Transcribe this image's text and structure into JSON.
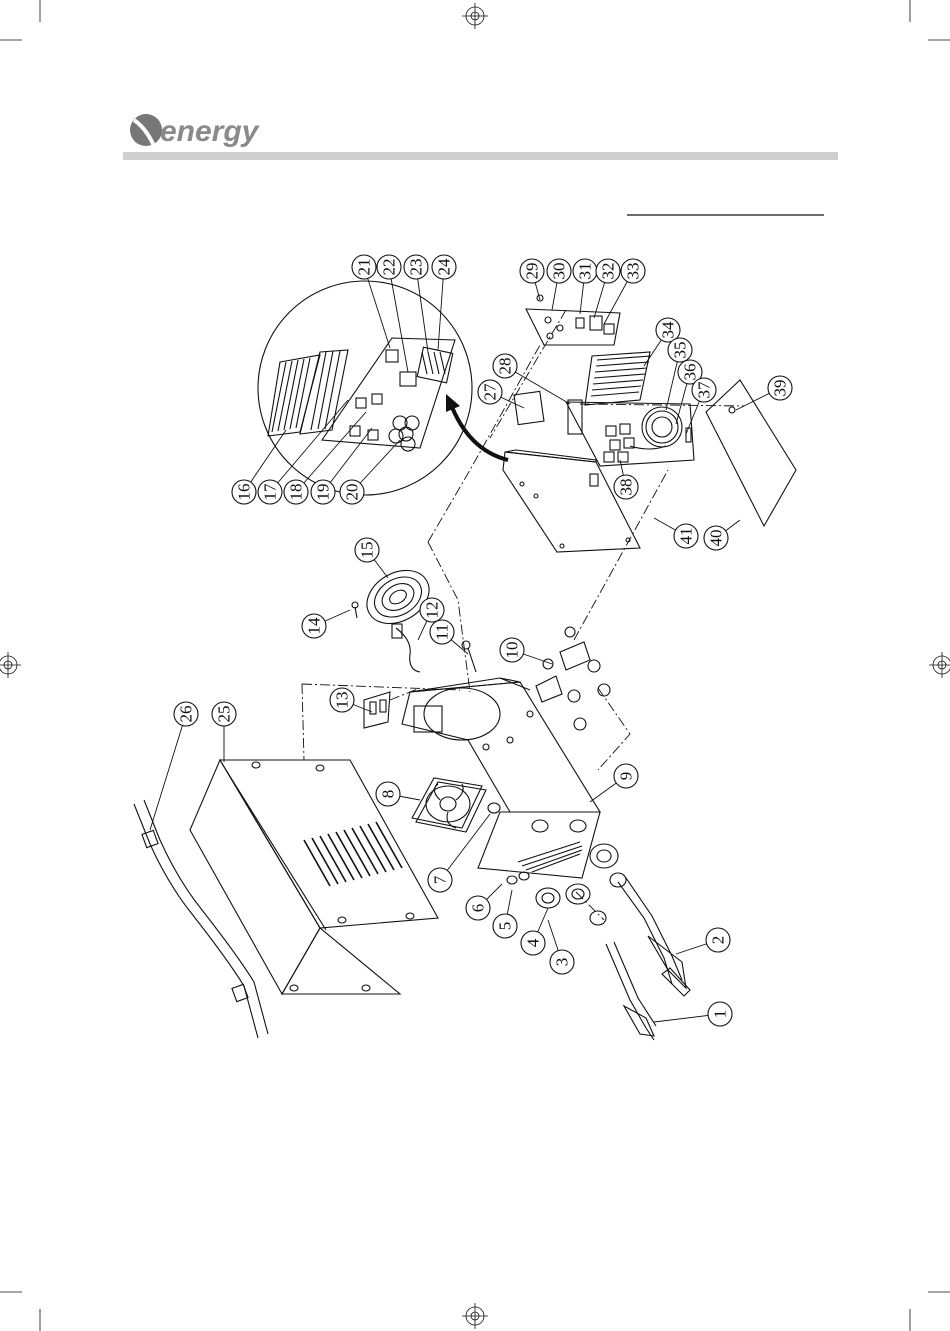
{
  "brand": {
    "name": "energy"
  },
  "colors": {
    "header_bar": "#cfcfcf",
    "logo": "#8a8a8a",
    "ink": "#111111"
  },
  "callouts": [
    "1",
    "2",
    "3",
    "4",
    "5",
    "6",
    "7",
    "8",
    "9",
    "10",
    "11",
    "12",
    "13",
    "14",
    "15",
    "16",
    "17",
    "18",
    "19",
    "20",
    "21",
    "22",
    "23",
    "24",
    "25",
    "26",
    "27",
    "28",
    "29",
    "30",
    "31",
    "32",
    "33",
    "34",
    "35",
    "36",
    "37",
    "38",
    "39",
    "40",
    "41"
  ]
}
